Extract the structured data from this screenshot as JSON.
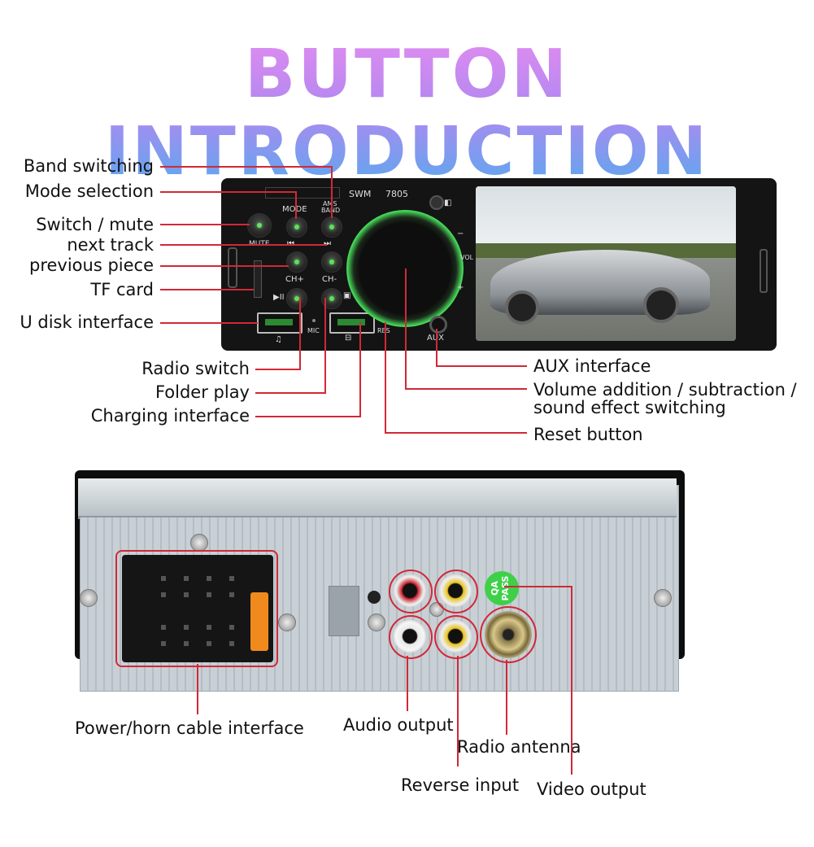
{
  "title": "BUTTON INTRODUCTION",
  "front_labels": {
    "band_switching": "Band switching",
    "mode_selection": "Mode selection",
    "switch_mute": "Switch / mute",
    "next_track": "next track",
    "previous_piece": "previous piece",
    "tf_card": "TF card",
    "u_disk": "U disk interface",
    "radio_switch": "Radio switch",
    "folder_play": "Folder play",
    "charging": "Charging interface",
    "aux": "AUX interface",
    "volume_line1": "Volume addition / subtraction /",
    "volume_line2": "sound effect switching",
    "reset": "Reset button"
  },
  "panel_text": {
    "swm": "SWM",
    "model": "7805",
    "mode": "MODE",
    "ams": "AMS",
    "band": "BAND",
    "mute": "MUTE",
    "prev": "⏮",
    "next": "⏭",
    "ch_plus": "CH+",
    "ch_minus": "CH-",
    "play": "▶II",
    "mic": "MIC",
    "res": "RES",
    "aux": "AUX",
    "vol": "VOL",
    "minus": "−",
    "plus": "+"
  },
  "back_labels": {
    "power": "Power/horn cable interface",
    "audio": "Audio output",
    "antenna": "Radio antenna",
    "reverse": "Reverse input",
    "video": "Video output"
  },
  "back_text": {
    "qa": "QA PASS"
  },
  "colors": {
    "leader_line": "#d22836",
    "indicator": "#5ee05a",
    "rca_red": "#c91f2a",
    "rca_yellow": "#e8c21a"
  }
}
